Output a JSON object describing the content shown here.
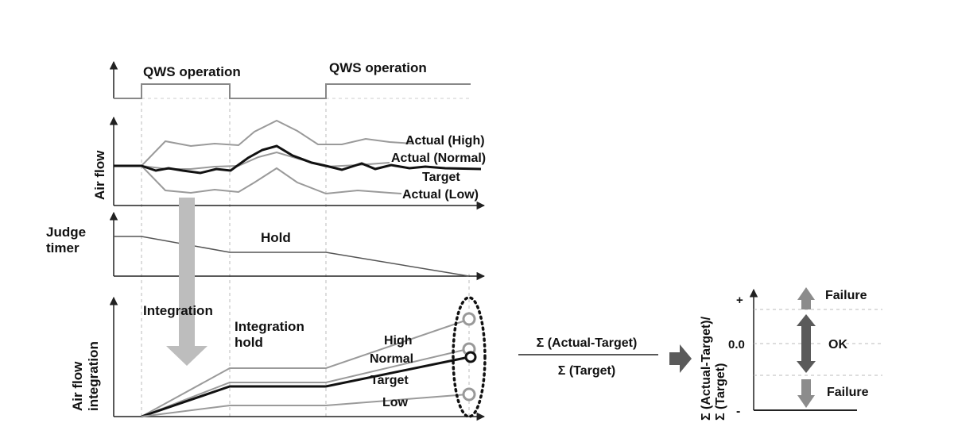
{
  "qws": {
    "label_1": "QWS operation",
    "label_2": "QWS operation"
  },
  "airflow": {
    "ylabel": "Air flow",
    "actual_high": "Actual (High)",
    "actual_normal": "Actual (Normal)",
    "target": "Target",
    "actual_low": "Actual (Low)"
  },
  "timer": {
    "ylabel_line1": "Judge",
    "ylabel_line2": "timer",
    "hold": "Hold"
  },
  "integration": {
    "ylabel_line1": "Air flow",
    "ylabel_line2": "integration",
    "integration_label": "Integration",
    "hold_line1": "Integration",
    "hold_line2": "hold",
    "high": "High",
    "normal": "Normal",
    "target": "Target",
    "low": "Low"
  },
  "formula": {
    "numerator": "Σ (Actual-Target)",
    "denominator": "Σ (Target)"
  },
  "judge": {
    "ylabel_line1": "Σ (Actual-Target)/",
    "ylabel_line2": "Σ (Target)",
    "plus": "+",
    "zero": "0.0",
    "minus": "-",
    "failure_top": "Failure",
    "ok": "OK",
    "failure_bottom": "Failure"
  },
  "colors": {
    "axis": "#222222",
    "gray_line": "#9a9a9a",
    "target_line": "#111111",
    "arrow_light": "#bdbdbd",
    "arrow_mid": "#8c8c8c",
    "arrow_dark": "#5a5a5a"
  }
}
